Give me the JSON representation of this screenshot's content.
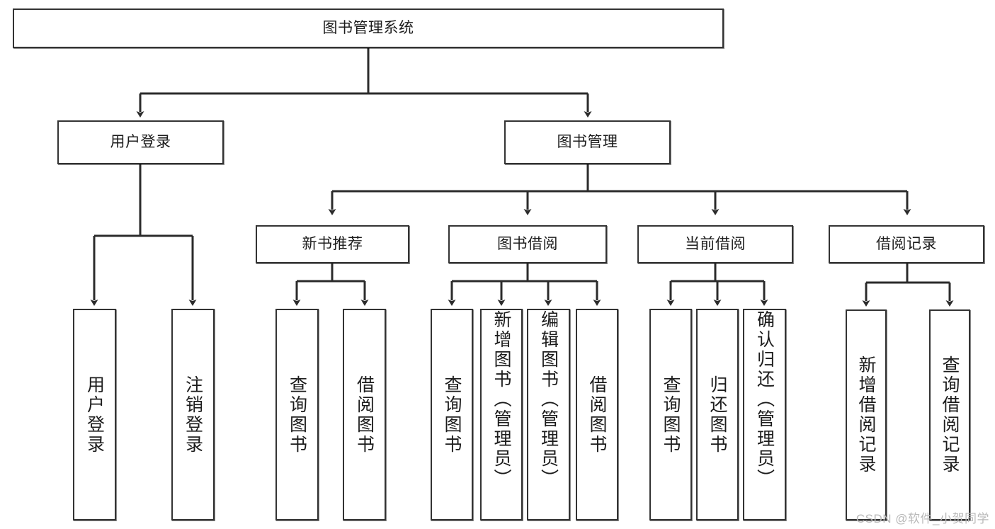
{
  "diagram": {
    "type": "tree-hierarchy-chart",
    "title": "图书管理系统",
    "watermark": "CSDN @软件_小贺同学",
    "colors": {
      "box_border": "#333333",
      "box_fill": "#ffffff",
      "connector": "#2b2b2b",
      "text": "#1c1c1c",
      "watermark": "#b9b9b9"
    },
    "levels": {
      "root": {
        "label": "图书管理系统"
      },
      "level2": [
        {
          "id": "user-login",
          "label": "用户登录"
        },
        {
          "id": "book-management",
          "label": "图书管理"
        }
      ],
      "level3": [
        {
          "id": "new-book-recommend",
          "label": "新书推荐"
        },
        {
          "id": "book-borrow",
          "label": "图书借阅"
        },
        {
          "id": "current-borrow",
          "label": "当前借阅"
        },
        {
          "id": "borrow-record",
          "label": "借阅记录"
        }
      ],
      "leaves": {
        "user_login": [
          {
            "id": "leaf-user-login",
            "label": "用户登录"
          },
          {
            "id": "leaf-logout-login",
            "label": "注销登录"
          }
        ],
        "new_book_recommend": [
          {
            "id": "leaf-query-book-1",
            "label": "查询图书"
          },
          {
            "id": "leaf-borrow-book-1",
            "label": "借阅图书"
          }
        ],
        "book_borrow": [
          {
            "id": "leaf-query-book-2",
            "label": "查询图书"
          },
          {
            "id": "leaf-add-book",
            "label": "新增图书（管理员）"
          },
          {
            "id": "leaf-edit-book",
            "label": "编辑图书（管理员）"
          },
          {
            "id": "leaf-borrow-book-2",
            "label": "借阅图书"
          }
        ],
        "current_borrow": [
          {
            "id": "leaf-query-book-3",
            "label": "查询图书"
          },
          {
            "id": "leaf-return-book",
            "label": "归还图书"
          },
          {
            "id": "leaf-confirm-return",
            "label": "确认归还（管理员）"
          }
        ],
        "borrow_record": [
          {
            "id": "leaf-add-record",
            "label": "新增借阅记录"
          },
          {
            "id": "leaf-query-record",
            "label": "查询借阅记录"
          }
        ]
      }
    }
  }
}
